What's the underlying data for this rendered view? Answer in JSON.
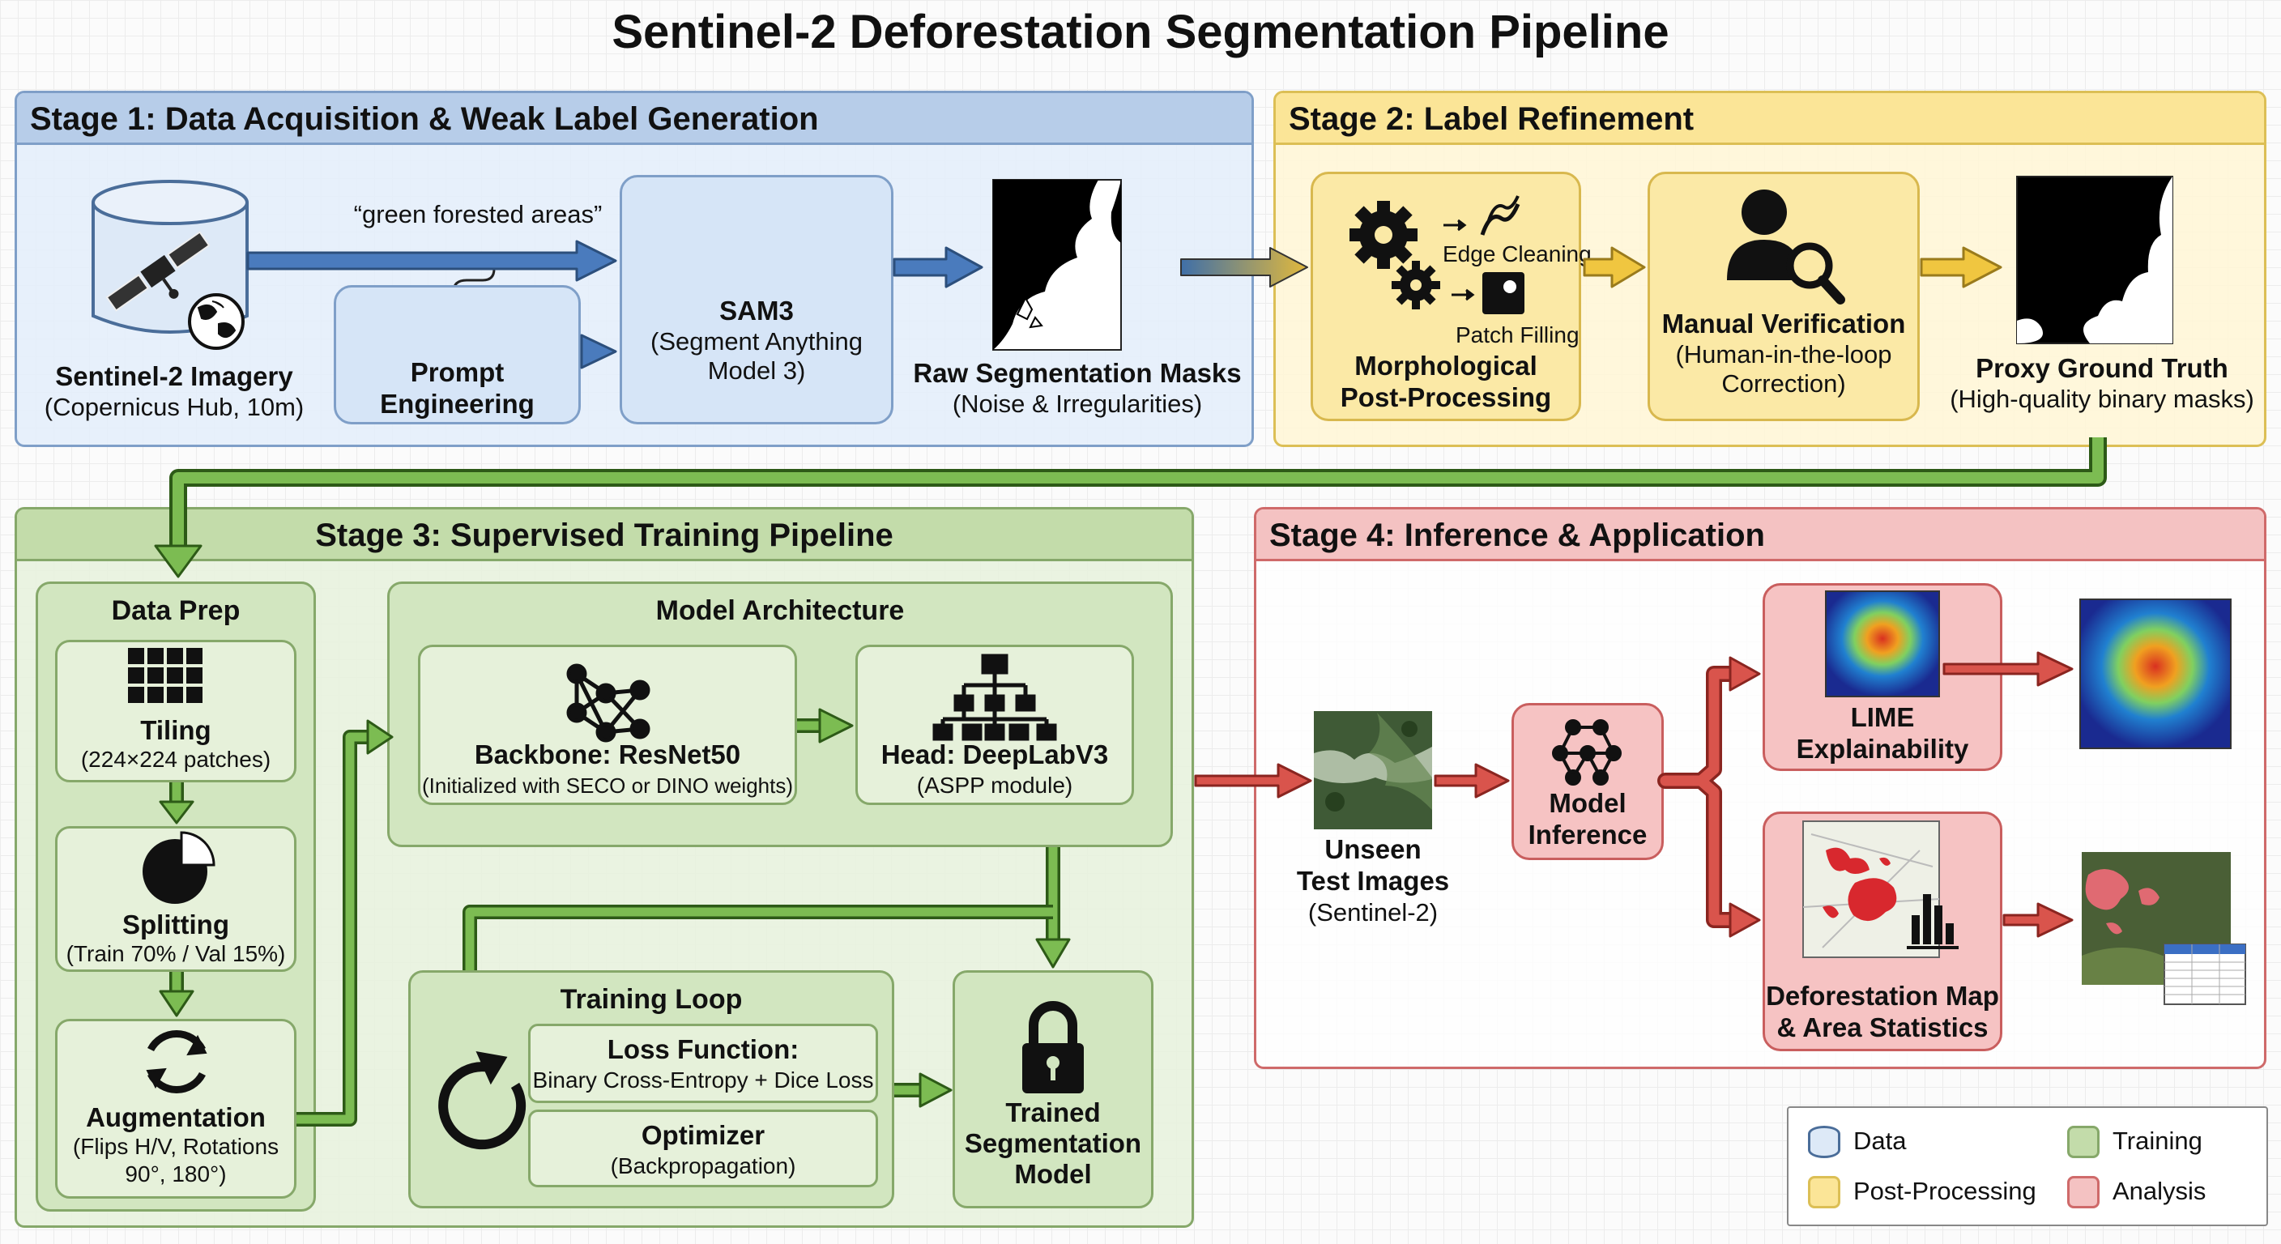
{
  "title": "Sentinel-2 Deforestation Segmentation Pipeline",
  "stages": {
    "s1": {
      "title": "Stage 1: Data Acquisition & Weak Label Generation"
    },
    "s2": {
      "title": "Stage 2: Label Refinement"
    },
    "s3": {
      "title": "Stage 3: Supervised Training Pipeline"
    },
    "s4": {
      "title": "Stage 4: Inference & Application"
    }
  },
  "s1": {
    "imagery_title": "Sentinel-2 Imagery",
    "imagery_sub": "(Copernicus Hub, 10m)",
    "prompt_quote": "“green forested areas”",
    "prompt_l1": "Prompt",
    "prompt_l2": "Engineering",
    "sam_title": "SAM3",
    "sam_sub1": "(Segment Anything",
    "sam_sub2": "Model 3)",
    "raw_title": "Raw Segmentation Masks",
    "raw_sub": "(Noise & Irregularities)"
  },
  "s2": {
    "edge": "Edge Cleaning",
    "patch": "Patch Filling",
    "morph_l1": "Morphological",
    "morph_l2": "Post-Processing",
    "manual_title": "Manual Verification",
    "manual_sub1": "(Human-in-the-loop",
    "manual_sub2": "Correction)",
    "proxy_title": "Proxy Ground Truth",
    "proxy_sub": "(High-quality binary masks)"
  },
  "s3": {
    "prep_title": "Data Prep",
    "tiling_title": "Tiling",
    "tiling_sub": "(224×224 patches)",
    "split_title": "Splitting",
    "split_sub": "(Train 70% / Val 15%)",
    "aug_title": "Augmentation",
    "aug_sub1": "(Flips H/V, Rotations",
    "aug_sub2": "90°, 180°)",
    "arch_title": "Model Architecture",
    "backbone_title": "Backbone: ResNet50",
    "backbone_sub": "(Initialized with SECO or DINO weights)",
    "head_title": "Head: DeepLabV3",
    "head_sub": "(ASPP module)",
    "loop_title": "Training Loop",
    "loss_title": "Loss Function:",
    "loss_sub": "Binary Cross-Entropy + Dice Loss",
    "opt_title": "Optimizer",
    "opt_sub": "(Backpropagation)",
    "trained_l1": "Trained",
    "trained_l2": "Segmentation",
    "trained_l3": "Model"
  },
  "s4": {
    "unseen_l1": "Unseen",
    "unseen_l2": "Test Images",
    "unseen_sub": "(Sentinel-2)",
    "infer_l1": "Model",
    "infer_l2": "Inference",
    "lime_l1": "LIME",
    "lime_l2": "Explainability",
    "defo_l1": "Deforestation Map",
    "defo_l2": "& Area Statistics"
  },
  "legend": {
    "data": "Data",
    "training": "Training",
    "post": "Post-Processing",
    "analysis": "Analysis"
  },
  "colors": {
    "data": "#b7cde9",
    "post": "#fbe597",
    "training": "#c3dcaa",
    "analysis": "#f4c2c2",
    "arrow_blue": "#3f6fa8",
    "arrow_yellow": "#e2b93c",
    "arrow_green": "#5e9a3c",
    "arrow_red": "#c9463f"
  },
  "icons": [
    "database-icon",
    "satellite-icon",
    "globe-icon",
    "keyboard-icon",
    "chip-brain-icon",
    "gear-icon",
    "user-search-icon",
    "grid-icon",
    "pie-icon",
    "refresh-icon",
    "neural-net-icon",
    "hierarchy-icon",
    "rotate-icon",
    "lock-icon",
    "bar-chart-icon"
  ]
}
